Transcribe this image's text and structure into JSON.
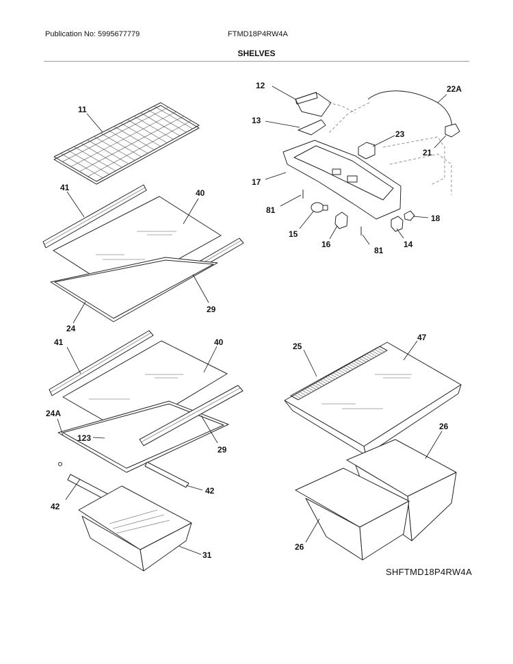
{
  "header": {
    "publication": "Publication No: 5995677779",
    "model": "FTMD18P4RW4A",
    "section_title": "SHELVES"
  },
  "drawing_code": "SHFTMD18P4RW4A",
  "callouts": {
    "c11": "11",
    "c41a": "41",
    "c40a": "40",
    "c29a": "29",
    "c24": "24",
    "c41b": "41",
    "c40b": "40",
    "c24A": "24A",
    "c123": "123",
    "c29b": "29",
    "c42a": "42",
    "c42b": "42",
    "c31": "31",
    "c12": "12",
    "c13": "13",
    "c22A": "22A",
    "c23": "23",
    "c21": "21",
    "c17": "17",
    "c81a": "81",
    "c15": "15",
    "c16": "16",
    "c81b": "81",
    "c18": "18",
    "c14": "14",
    "c25": "25",
    "c47": "47",
    "c26a": "26",
    "c26b": "26"
  }
}
